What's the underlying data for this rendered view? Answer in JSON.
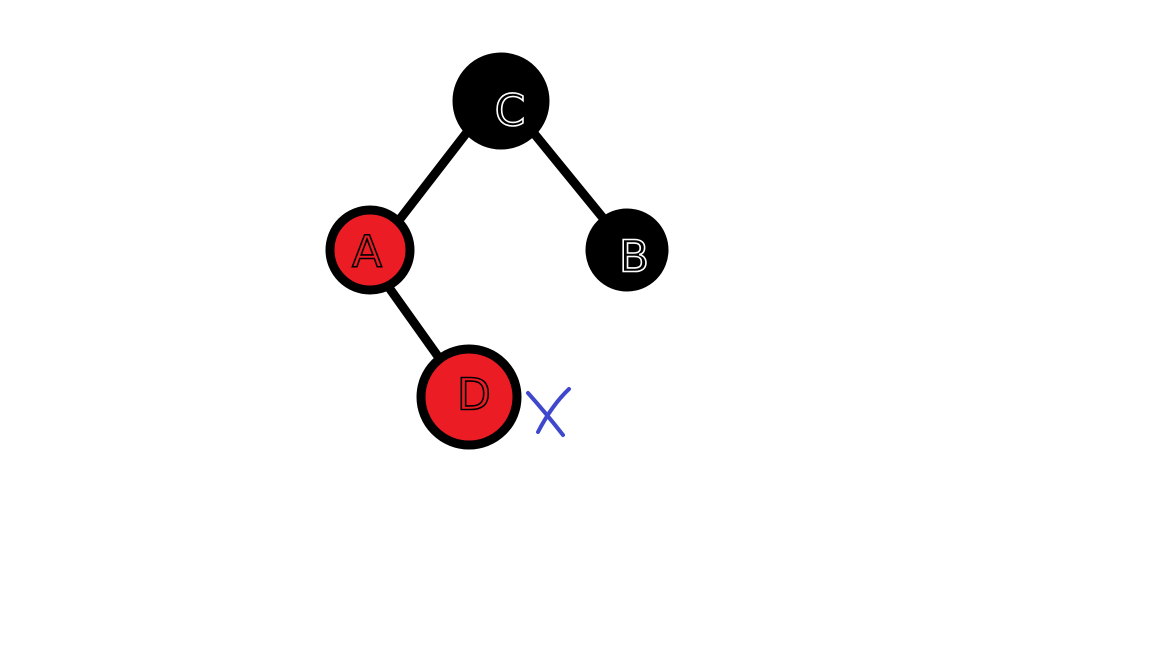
{
  "diagram": {
    "type": "red-black-tree",
    "colors": {
      "black": "#000000",
      "red": "#ec1c24",
      "background": "#ffffff",
      "mark": "#3f48cc"
    },
    "nodes": [
      {
        "id": "C",
        "label": "C",
        "color": "black"
      },
      {
        "id": "A",
        "label": "A",
        "color": "red"
      },
      {
        "id": "B",
        "label": "B",
        "color": "black"
      },
      {
        "id": "D",
        "label": "D",
        "color": "red"
      }
    ],
    "edges": [
      {
        "from": "C",
        "to": "A"
      },
      {
        "from": "C",
        "to": "B"
      },
      {
        "from": "A",
        "to": "D"
      }
    ],
    "marks": [
      {
        "label": "X",
        "near": "D",
        "color": "mark"
      }
    ]
  }
}
